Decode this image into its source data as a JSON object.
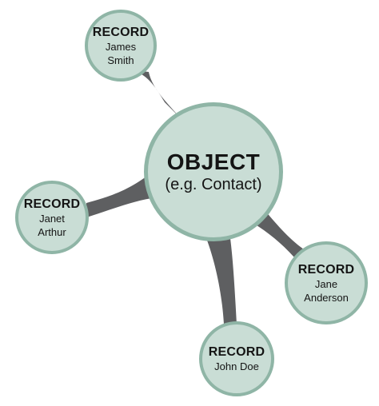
{
  "diagram": {
    "center": {
      "title": "OBJECT",
      "subtitle": "(e.g. Contact)"
    },
    "records": [
      {
        "title": "RECORD",
        "lines": [
          "James",
          "Smith"
        ]
      },
      {
        "title": "RECORD",
        "lines": [
          "Janet",
          "Arthur"
        ]
      },
      {
        "title": "RECORD",
        "lines": [
          "Jane",
          "Anderson"
        ]
      },
      {
        "title": "RECORD",
        "lines": [
          "John Doe"
        ]
      }
    ],
    "colors": {
      "node_fill": "#c9ddd5",
      "node_border": "#8fb5a6",
      "connector": "#5e5f61",
      "text": "#141414"
    }
  }
}
